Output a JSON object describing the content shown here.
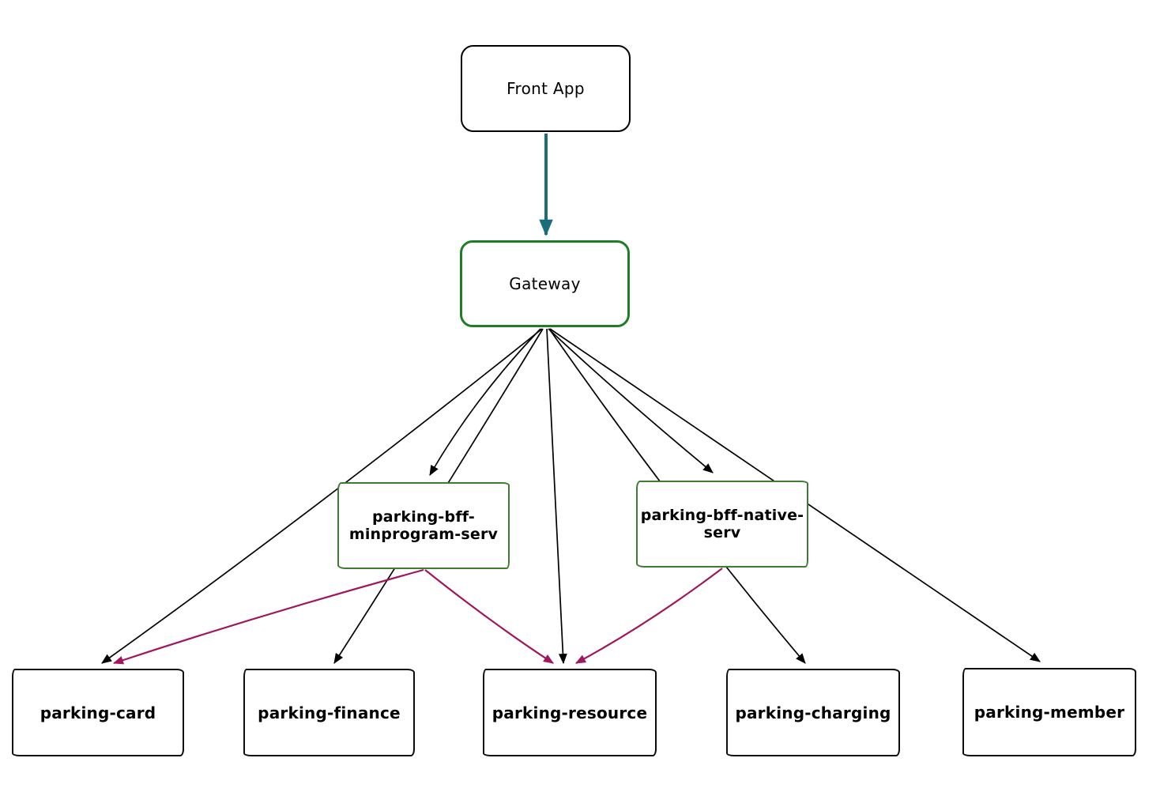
{
  "diagram": {
    "type": "flowchart",
    "direction": "top-down",
    "style": "hand-drawn",
    "nodes": [
      {
        "id": "front-app",
        "label": "Front App",
        "shape": "rounded-rectangle",
        "border_color": "#000000"
      },
      {
        "id": "gateway",
        "label": "Gateway",
        "shape": "rounded-rectangle",
        "border_color": "#1f7d23"
      },
      {
        "id": "parking-bff-minprogram-serv",
        "label": "parking-bff-\nminprogram-serv",
        "shape": "rectangle",
        "border_color": "#3e7c31"
      },
      {
        "id": "parking-bff-native-serv",
        "label": "parking-bff-native-\nserv",
        "shape": "rectangle",
        "border_color": "#3e7c31"
      },
      {
        "id": "parking-card",
        "label": "parking-card",
        "shape": "rectangle",
        "border_color": "#000000"
      },
      {
        "id": "parking-finance",
        "label": "parking-finance",
        "shape": "rectangle",
        "border_color": "#000000"
      },
      {
        "id": "parking-resource",
        "label": "parking-resource",
        "shape": "rectangle",
        "border_color": "#000000"
      },
      {
        "id": "parking-charging",
        "label": "parking-charging",
        "shape": "rectangle",
        "border_color": "#000000"
      },
      {
        "id": "parking-member",
        "label": "parking-member",
        "shape": "rectangle",
        "border_color": "#000000"
      }
    ],
    "edges": [
      {
        "from": "front-app",
        "to": "gateway",
        "color": "#1a6d7b"
      },
      {
        "from": "gateway",
        "to": "parking-card",
        "color": "#000000"
      },
      {
        "from": "gateway",
        "to": "parking-bff-minprogram-serv",
        "color": "#000000"
      },
      {
        "from": "gateway",
        "to": "parking-finance",
        "color": "#000000"
      },
      {
        "from": "gateway",
        "to": "parking-resource",
        "color": "#000000"
      },
      {
        "from": "gateway",
        "to": "parking-bff-native-serv",
        "color": "#000000"
      },
      {
        "from": "gateway",
        "to": "parking-charging",
        "color": "#000000"
      },
      {
        "from": "gateway",
        "to": "parking-member",
        "color": "#000000"
      },
      {
        "from": "parking-bff-minprogram-serv",
        "to": "parking-card",
        "color": "#a0175c"
      },
      {
        "from": "parking-bff-minprogram-serv",
        "to": "parking-resource",
        "color": "#a0175c"
      },
      {
        "from": "parking-bff-native-serv",
        "to": "parking-resource",
        "color": "#a0175c"
      }
    ]
  },
  "colors": {
    "background": "#ffffff",
    "edge-black": "#000000",
    "edge-teal": "#1a6d7b",
    "edge-maroon": "#a0175c",
    "green-strong": "#1f7d23",
    "green-soft": "#3e7c31"
  }
}
